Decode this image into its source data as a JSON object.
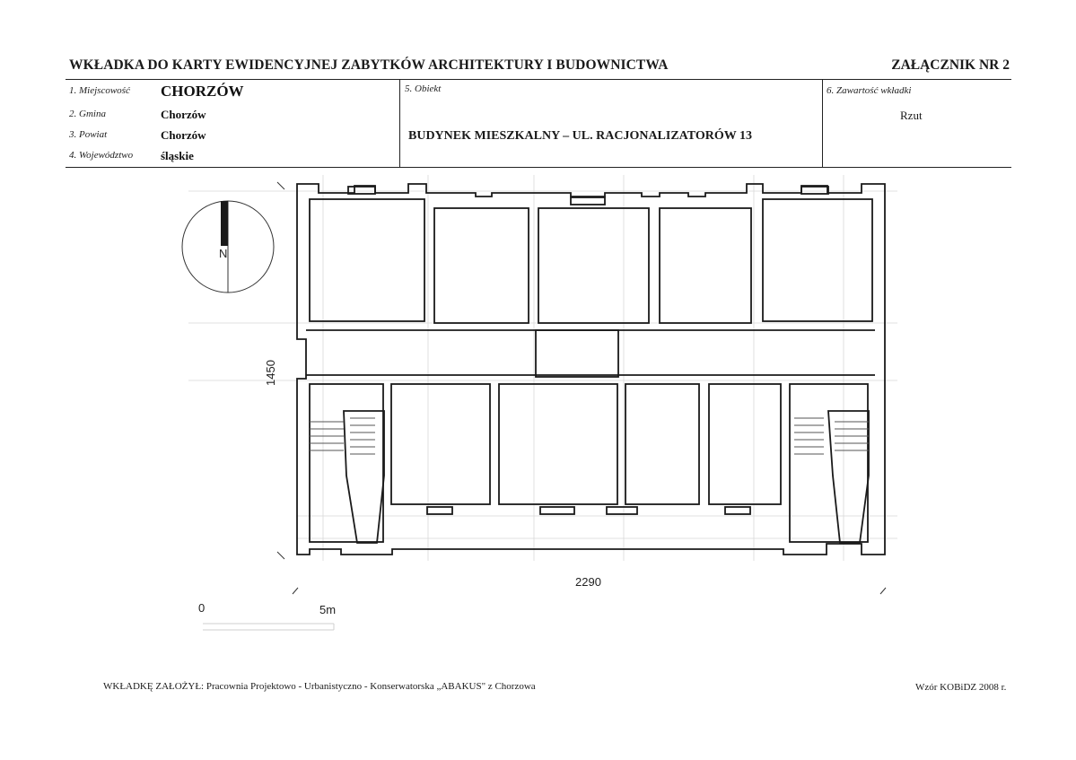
{
  "header": {
    "title": "WKŁADKA DO KARTY EWIDENCYJNEJ ZABYTKÓW ARCHITEKTURY I BUDOWNICTWA",
    "annex": "ZAŁĄCZNIK NR 2"
  },
  "location": {
    "miejscowosc_label": "1. Miejscowość",
    "miejscowosc_value": "CHORZÓW",
    "gmina_label": "2. Gmina",
    "gmina_value": "Chorzów",
    "powiat_label": "3. Powiat",
    "powiat_value": "Chorzów",
    "wojewodztwo_label": "4. Województwo",
    "wojewodztwo_value": "śląskie"
  },
  "object": {
    "label": "5. Obiekt",
    "name": "BUDYNEK MIESZKALNY – UL. RACJONALIZATORÓW 13"
  },
  "contents": {
    "label": "6. Zawartość wkładki",
    "value": "Rzut"
  },
  "plan": {
    "north_label": "N",
    "dim_height": "1450",
    "dim_width": "2290",
    "scale_zero": "0",
    "scale_end": "5m"
  },
  "footer": {
    "created_by": "WKŁADKĘ ZAŁOŻYŁ: Pracownia Projektowo - Urbanistyczno - Konserwatorska „ABAKUS\" z Chorzowa",
    "template": "Wzór KOBiDZ 2008 r."
  }
}
